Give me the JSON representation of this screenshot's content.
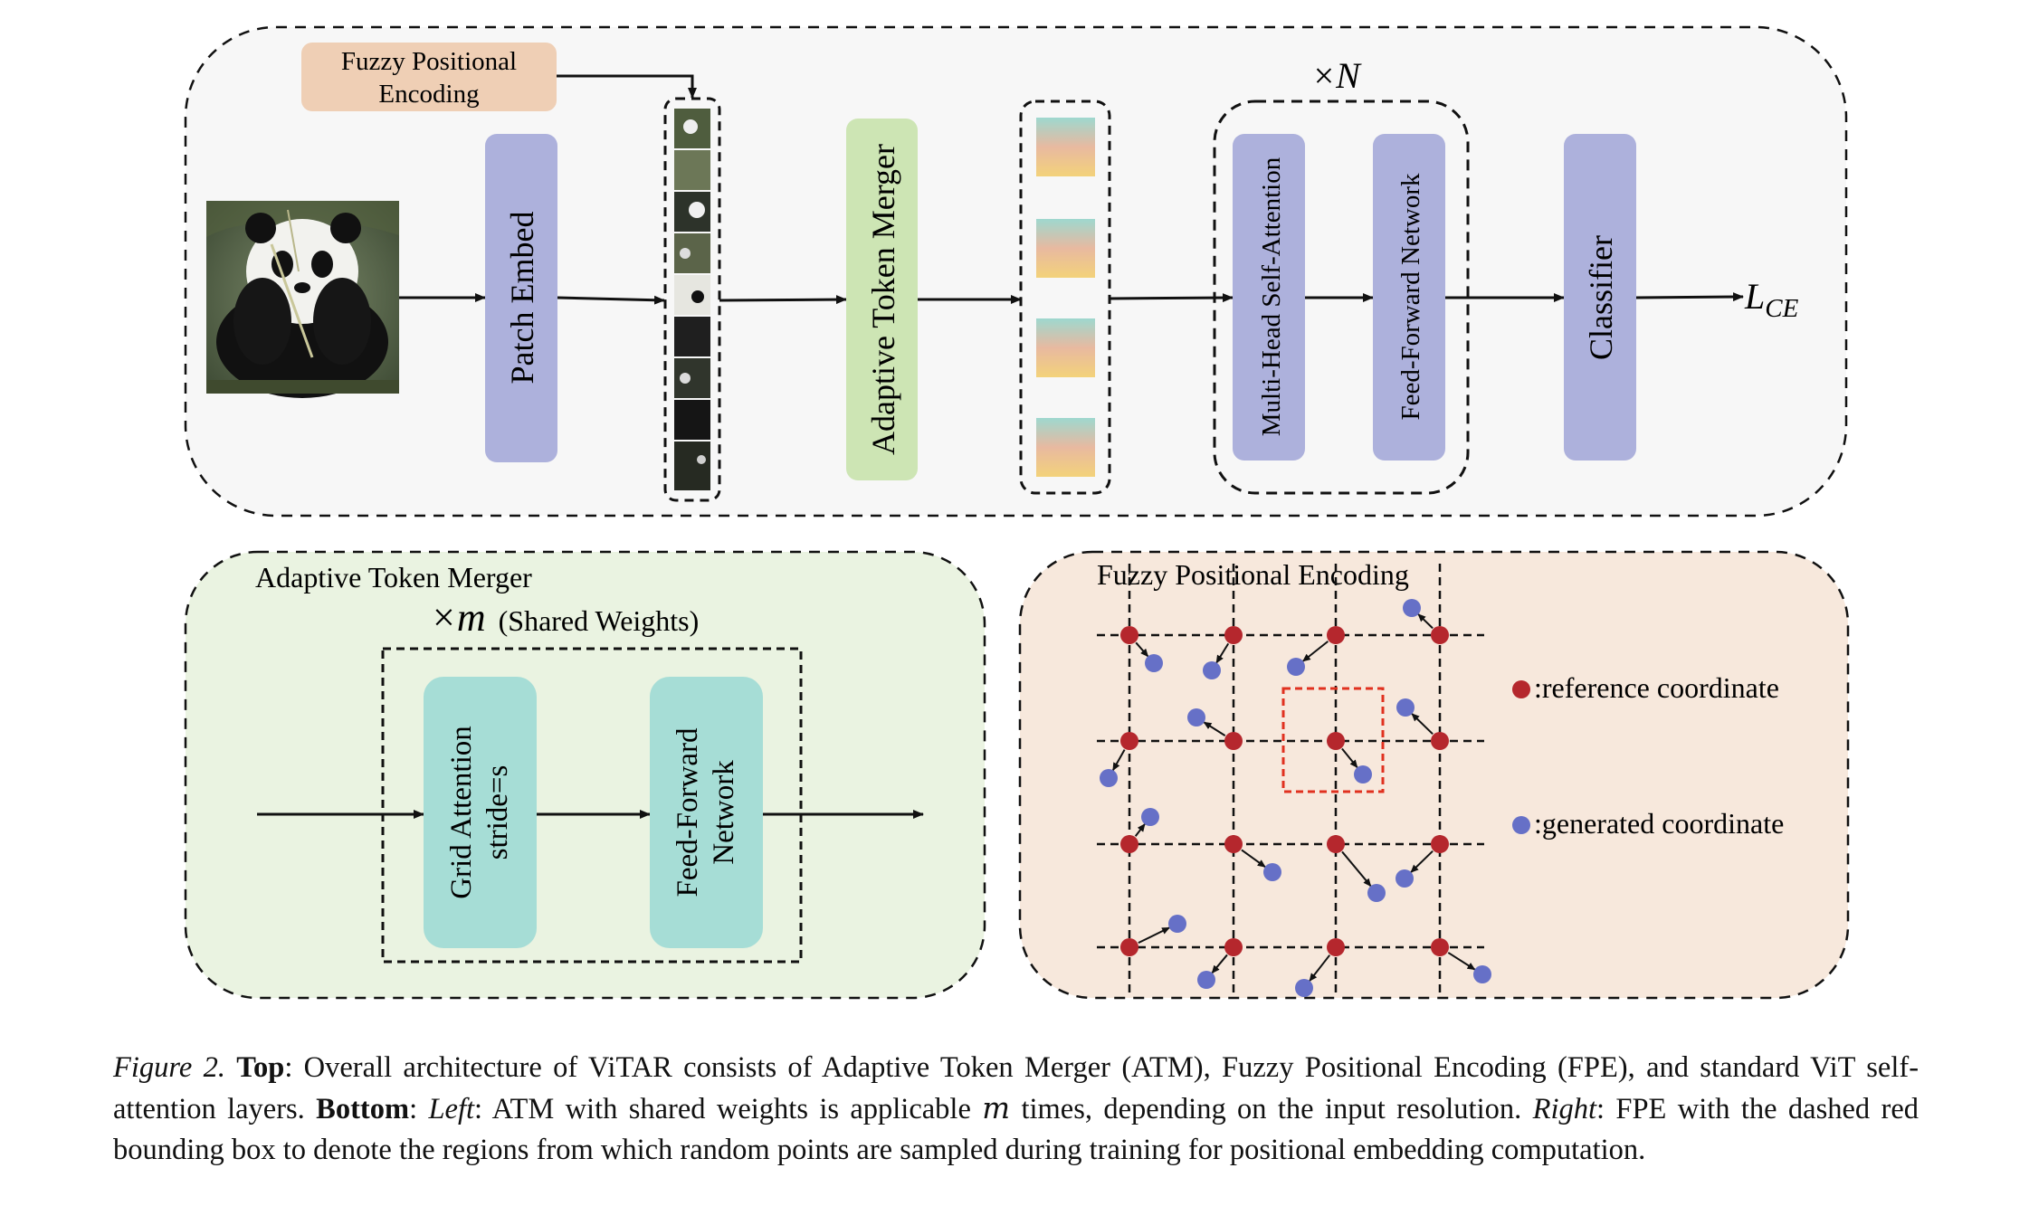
{
  "top": {
    "fpe_box": [
      "Fuzzy Positional",
      "Encoding"
    ],
    "patch_embed": "Patch Embed",
    "atm": "Adaptive Token Merger",
    "repeat": "×N",
    "mhsa": "Multi-Head Self-Attention",
    "ffn": "Feed-Forward Network",
    "classifier": "Classifier",
    "loss_main": "L",
    "loss_sub": "CE"
  },
  "atm_panel": {
    "title": "Adaptive Token Merger",
    "repeat_symbol": "×",
    "repeat_var": "m",
    "repeat_note": "(Shared Weights)",
    "grid_attention": [
      "Grid Attention",
      "stride=s"
    ],
    "ffn": [
      "Feed-Forward",
      "Network"
    ]
  },
  "fpe_panel": {
    "title": "Fuzzy Positional Encoding",
    "legend_reference": ":reference coordinate",
    "legend_generated": ":generated coordinate"
  },
  "colors": {
    "top_bg": "#f7f7f7",
    "atm_bg": "#eaf3e1",
    "fpe_bg": "#f7e8dc",
    "fpe_box": "#efcfb5",
    "purple_block": "#adb1dc",
    "green_block": "#cde5b4",
    "teal_block": "#a6ddd6",
    "reference_dot": "#b5272d",
    "generated_dot": "#6670c7",
    "sample_box": "#e0311f"
  },
  "caption": {
    "figure_label": "Figure 2.",
    "top_label": "Top",
    "top_text": ": Overall architecture of ViTAR consists of Adaptive Token Merger (ATM), Fuzzy Positional Encoding (FPE), and standard ViT self-attention layers.",
    "bottom_label": "Bottom",
    "left_label": "Left",
    "left_text_a": ": ATM with shared weights is applicable",
    "left_var": "m",
    "left_text_b": "times, depending on the input resolution.",
    "right_label": "Right",
    "right_text": ": FPE with the dashed red bounding box to denote the regions from which random points are sampled during training for positional embedding computation."
  }
}
